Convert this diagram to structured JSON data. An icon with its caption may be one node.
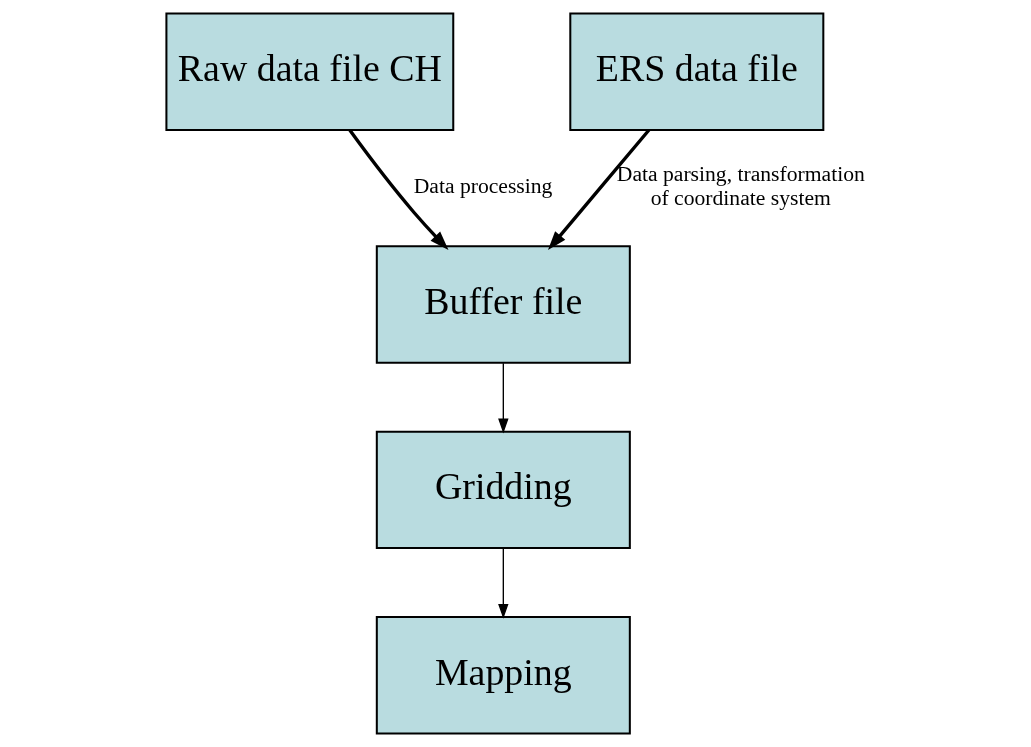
{
  "diagram": {
    "nodes": [
      {
        "text": [
          "Raw data file CH"
        ]
      },
      {
        "text": [
          "ERS data file"
        ]
      },
      {
        "text": [
          "Buffer file"
        ]
      },
      {
        "text": [
          "Gridding"
        ]
      },
      {
        "text": [
          "Mapping"
        ]
      }
    ],
    "edges": [
      {
        "from": 0,
        "to": 2,
        "arrow": "to",
        "label": "Data processing",
        "style": "thick"
      },
      {
        "from": 1,
        "to": 2,
        "arrow": "to",
        "label": "Data parsing, transformation of coordinate system",
        "style": "thick"
      },
      {
        "from": 2,
        "to": 3,
        "arrow": "to"
      },
      {
        "from": 3,
        "to": 4,
        "arrow": "to"
      }
    ]
  }
}
